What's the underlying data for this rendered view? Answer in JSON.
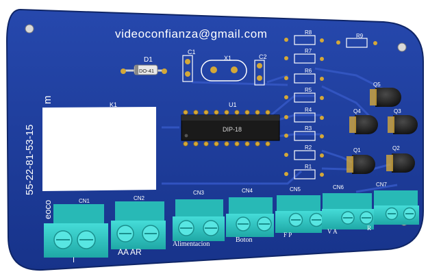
{
  "email": "videoconfianza@gmail.com",
  "phone": "55-22-81-53-15",
  "side_text_fragment": "m",
  "side_text_fragment2": "eoco",
  "diode": {
    "ref": "D1",
    "package": "DO-41"
  },
  "capacitors": [
    "C1",
    "C2"
  ],
  "crystal": "X1",
  "relay": "K1",
  "ic": {
    "ref": "U1",
    "package": "DIP-18"
  },
  "resistors": [
    "R8",
    "R9",
    "R7",
    "R6",
    "R5",
    "R4",
    "R3",
    "R2",
    "R1"
  ],
  "transistors": [
    "Q5",
    "Q4",
    "Q3",
    "Q1",
    "Q2"
  ],
  "connectors": [
    {
      "ref": "CN1",
      "label": "I"
    },
    {
      "ref": "CN2",
      "label": "AA  AR"
    },
    {
      "ref": "CN3",
      "label": "Alimentacion"
    },
    {
      "ref": "CN4",
      "label": "Boton"
    },
    {
      "ref": "CN5",
      "label": "F   P"
    },
    {
      "ref": "CN6",
      "label": "V      A"
    },
    {
      "ref": "CN7",
      "label": "R"
    }
  ],
  "colors": {
    "board": "#1f3f9e",
    "copper": "#2a4cb8",
    "terminal": "#2ec9c6",
    "silk": "#ffffff",
    "pad": "#d4a838"
  }
}
